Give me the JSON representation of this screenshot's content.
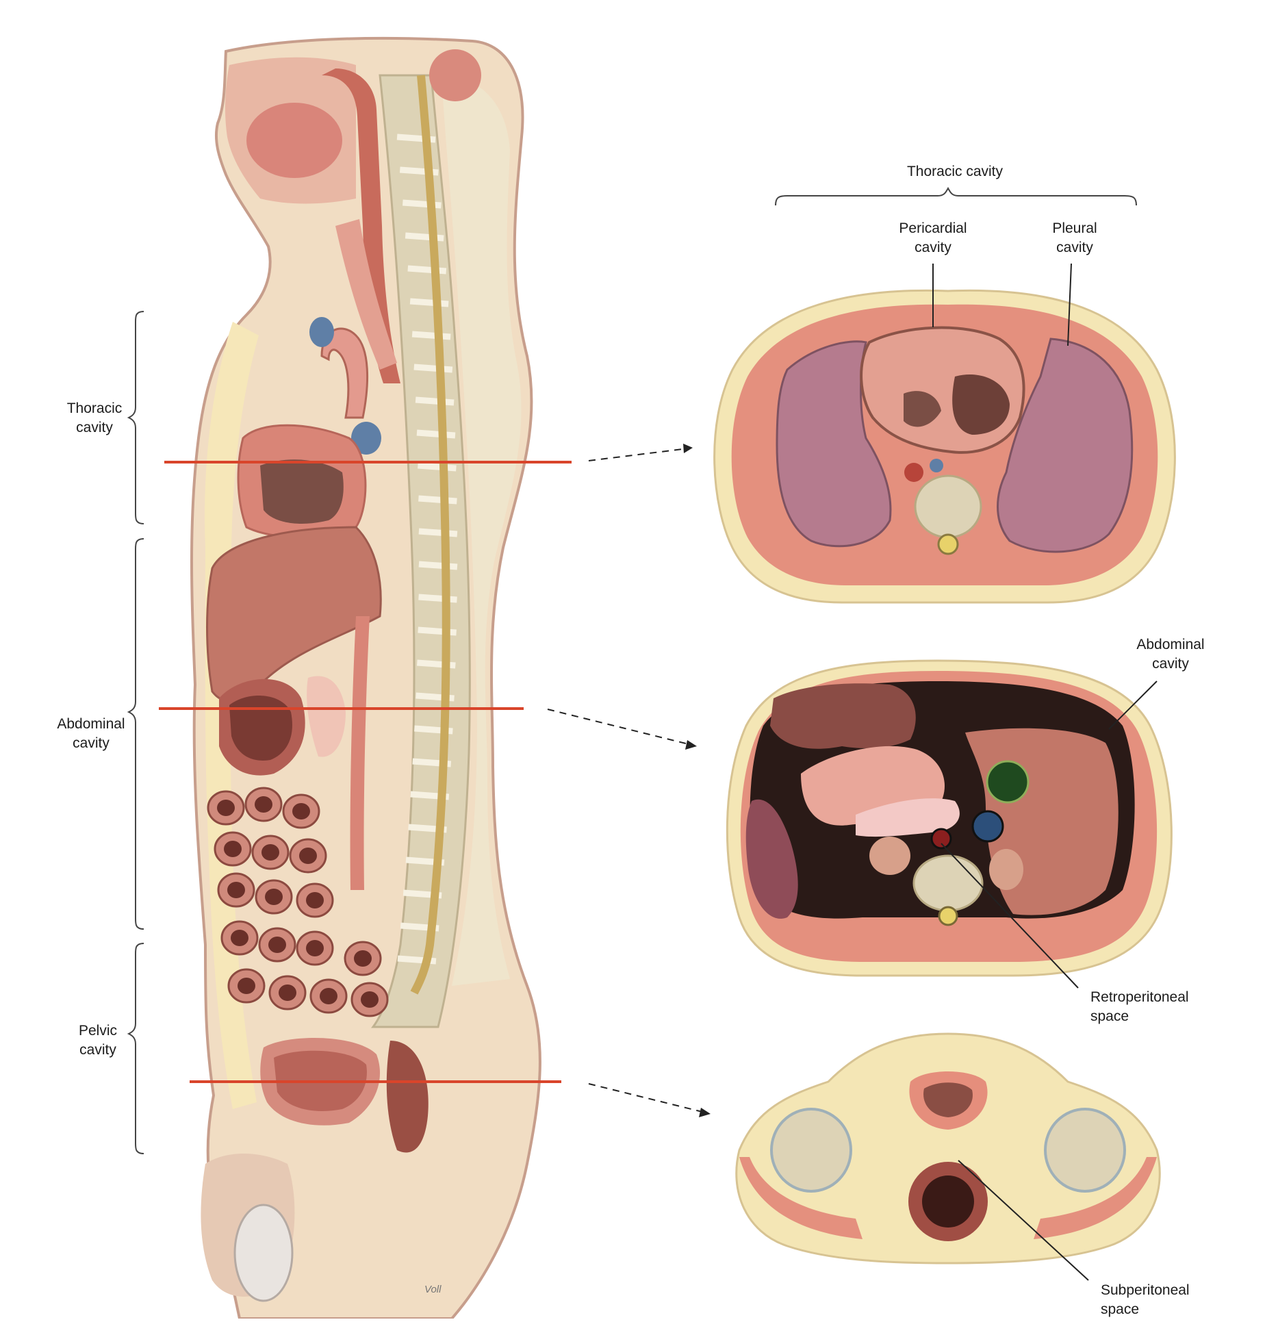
{
  "side_labels": {
    "thoracic": [
      "Thoracic",
      "cavity"
    ],
    "abdominal": [
      "Abdominal",
      "cavity"
    ],
    "pelvic": [
      "Pelvic",
      "cavity"
    ]
  },
  "callouts": {
    "thoracic_header": "Thoracic cavity",
    "pericardial": [
      "Pericardial",
      "cavity"
    ],
    "pleural": [
      "Pleural",
      "cavity"
    ],
    "abdominal": [
      "Abdominal",
      "cavity"
    ],
    "retroperitoneal": [
      "Retroperitoneal",
      "space"
    ],
    "subperitoneal": [
      "Subperitoneal",
      "space"
    ]
  },
  "signature": "Voll",
  "colors": {
    "section_line": "#d9452b",
    "skin": "#f1ddc3",
    "muscle": "#e4907e",
    "fat": "#f4e6b5",
    "lung": "#b57b8e",
    "liver": "#c27768",
    "bone": "#ddd3b6",
    "lumen": "#5a2c26"
  }
}
